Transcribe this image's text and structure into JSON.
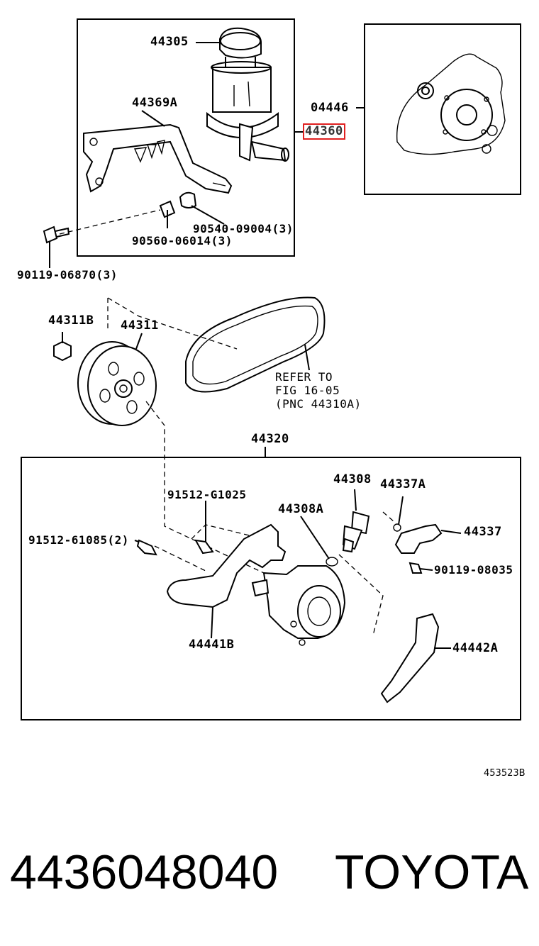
{
  "callouts": {
    "reservoir": "44305",
    "bracket_reservoir": "44369A",
    "reservoir_assy": "44360",
    "gasket_kit": "04446",
    "grommet": "90540-09004(3)",
    "collar": "90560-06014(3)",
    "bolt_top": "90119-06870(3)",
    "nut": "44311B",
    "pulley": "44311",
    "refer_line1": "REFER TO",
    "refer_line2": "FIG 16-05",
    "refer_line3": "(PNC 44310A)",
    "pump_assy": "44320",
    "stud_upper": "91512-G1025",
    "stud_left": "91512-61085(2)",
    "union": "44308",
    "oring_union": "44308A",
    "oring_bracket": "44337A",
    "bracket_right": "44337",
    "bolt_right": "90119-08035",
    "bracket_lower": "44441B",
    "stay": "44442A",
    "figure_ref": "453523B"
  },
  "footer": {
    "part_number": "4436048040",
    "brand": "TOYOTA"
  },
  "colors": {
    "highlight": "#e02020",
    "line": "#000000"
  }
}
